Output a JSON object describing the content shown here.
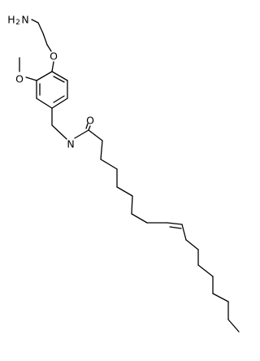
{
  "atoms": {
    "amine": {
      "main": "H",
      "sub": "2",
      "rest": "N"
    },
    "ether_o": "O",
    "methoxy_o": "O",
    "amide_n": "N",
    "carbonyl_o": "O"
  }
}
